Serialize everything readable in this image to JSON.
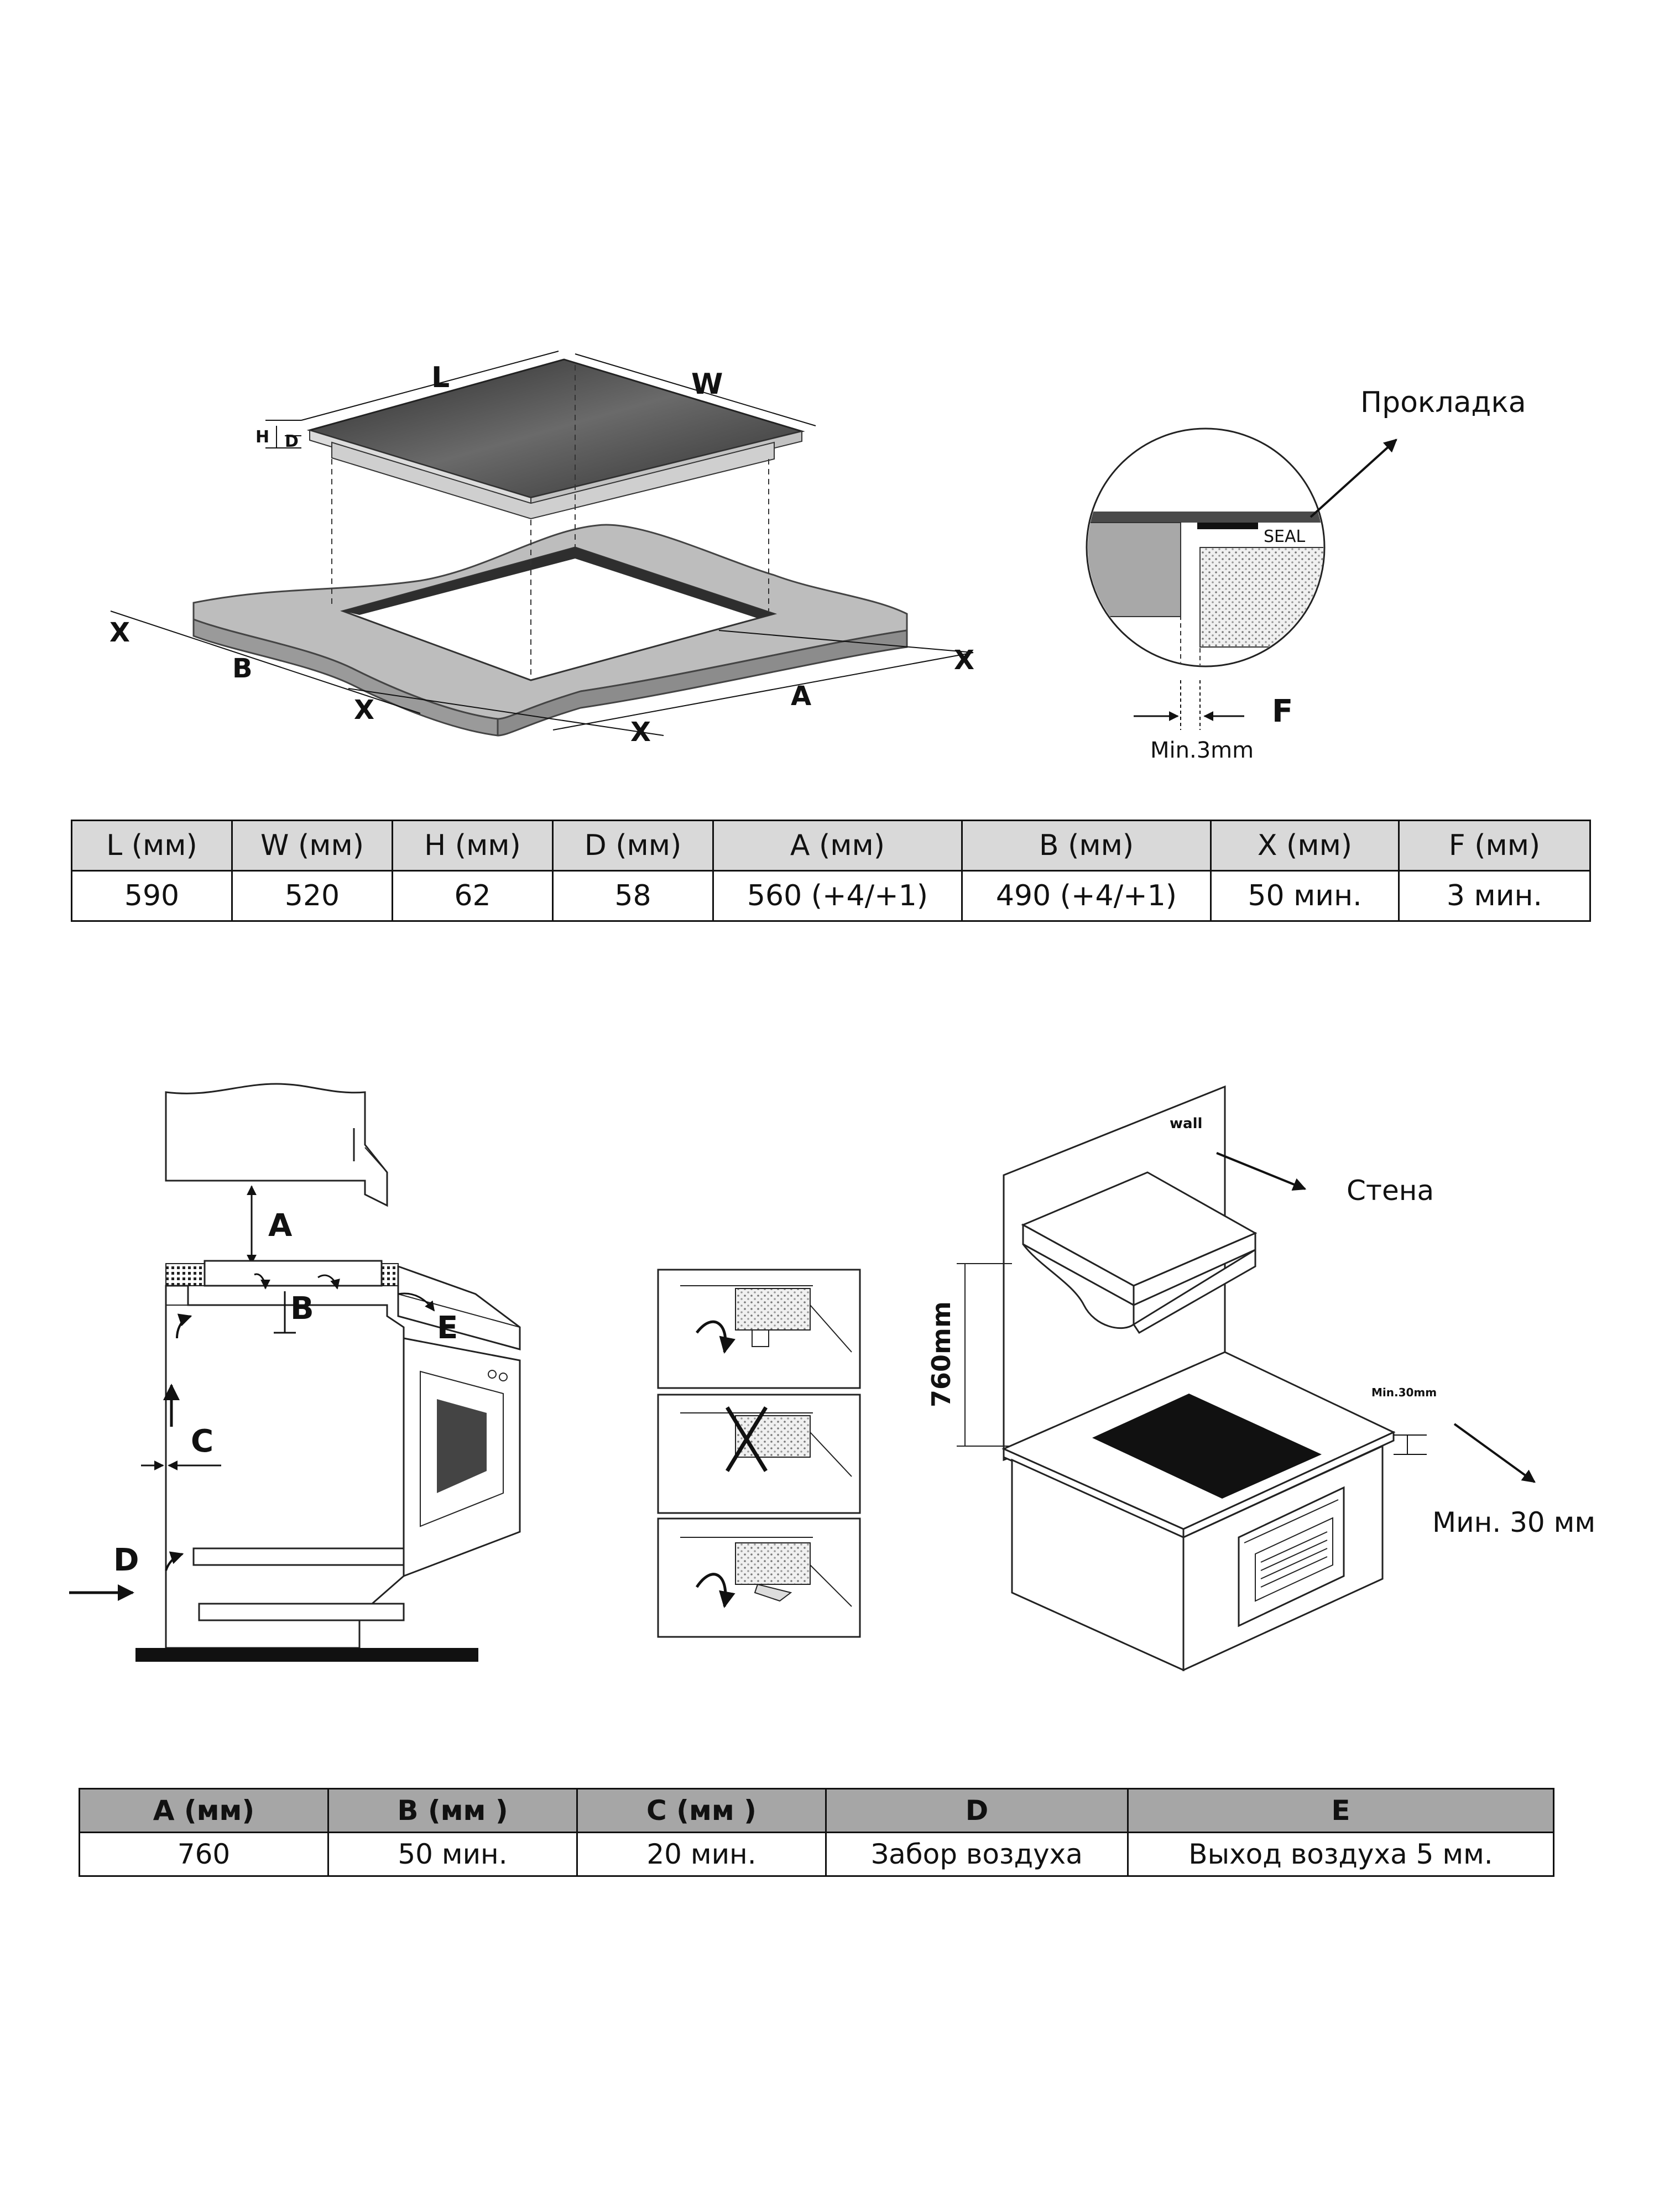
{
  "figure1": {
    "dim_labels": {
      "L": "L",
      "W": "W",
      "H": "H",
      "D": "D",
      "A": "A",
      "B": "B",
      "X": "X"
    },
    "seal_detail": {
      "seal_label": "Прокладка",
      "seal_text": "SEAL",
      "f_label": "F",
      "gap_label": "Min.3mm"
    }
  },
  "table1": {
    "headers": [
      "L (мм)",
      "W (мм)",
      "H (мм)",
      "D (мм)",
      "A (мм)",
      "B (мм)",
      "X (мм)",
      "F (мм)"
    ],
    "values": [
      "590",
      "520",
      "62",
      "58",
      "560 (+4/+1)",
      "490 (+4/+1)",
      "50 мин.",
      "3 мин."
    ]
  },
  "figure2": {
    "side_labels": {
      "A": "A",
      "B": "B",
      "C": "C",
      "D": "D",
      "E": "E"
    },
    "wall_label": "wall",
    "wall_caption": "Стена",
    "height_label": "760mm",
    "min_small_label": "Min.30mm",
    "min_caption": "Мин. 30 мм"
  },
  "table2": {
    "headers": [
      "A (мм)",
      "B (мм )",
      "C (мм )",
      "D",
      "E"
    ],
    "values": [
      "760",
      "50 мин.",
      "20 мин.",
      "Забор воздуха",
      "Выход воздуха 5 мм."
    ]
  },
  "colors": {
    "panel_dark": "#4a4a4a",
    "countertop_gray": "#bdbdbd",
    "header_light": "#d9d9d9",
    "header_dark": "#a6a6a6"
  }
}
